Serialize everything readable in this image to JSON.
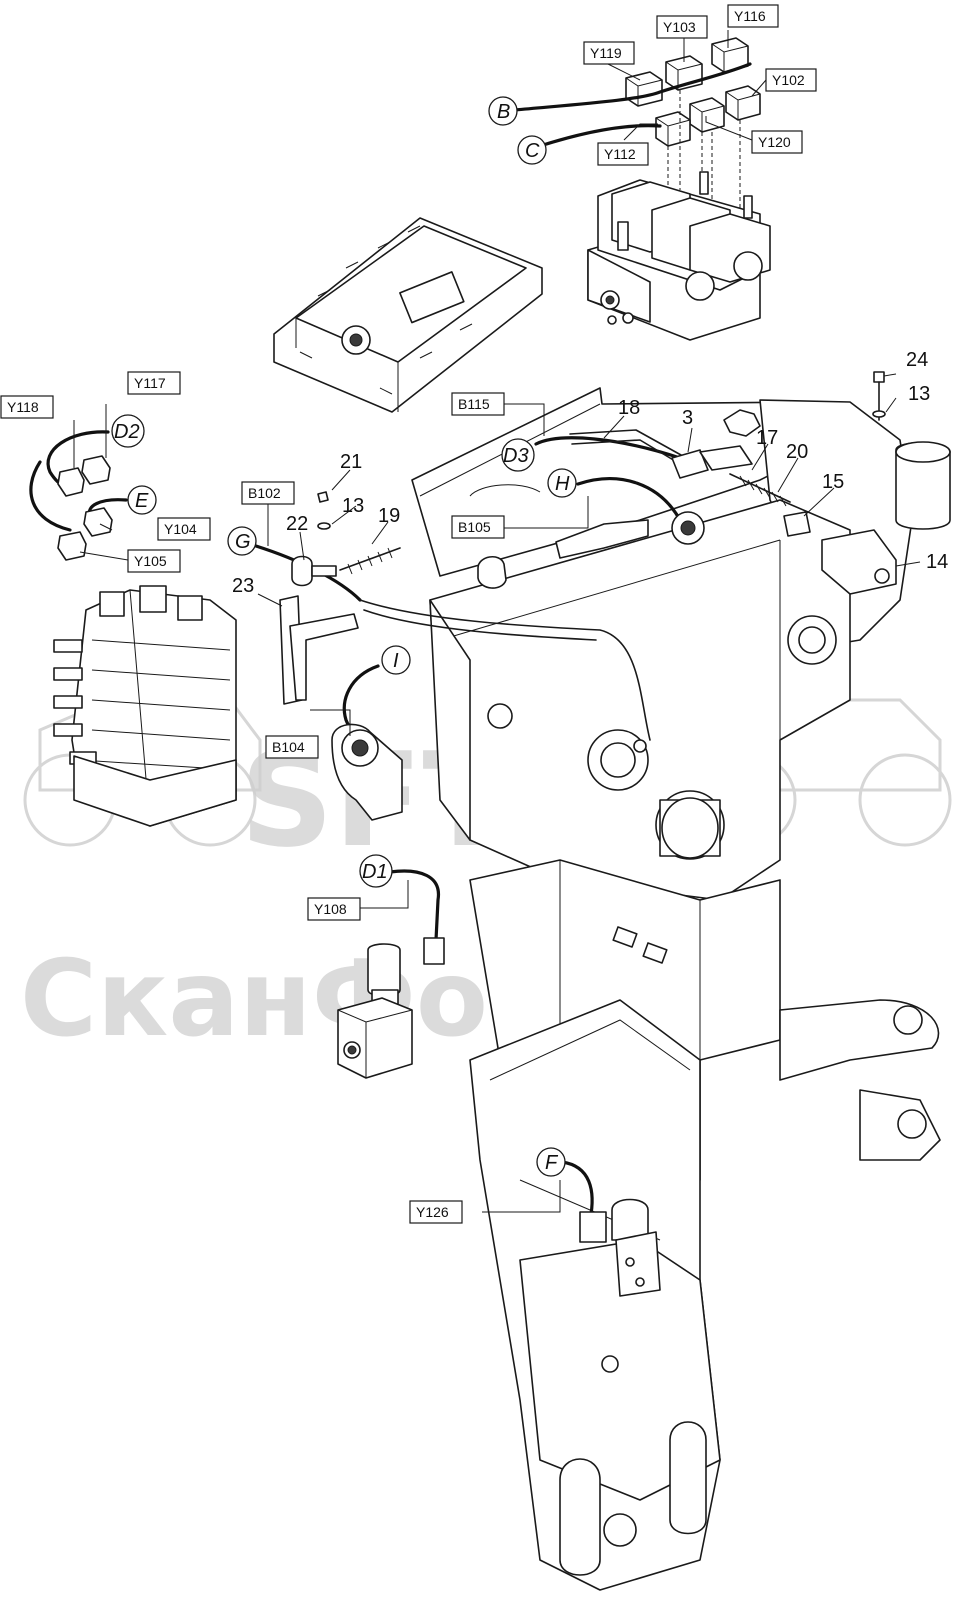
{
  "diagram": {
    "watermark_logo": "SFT",
    "watermark_text": "СканФорТек",
    "component_labels": {
      "y116": "Y116",
      "y103": "Y103",
      "y119": "Y119",
      "y102": "Y102",
      "y120": "Y120",
      "y112": "Y112",
      "y117": "Y117",
      "y118": "Y118",
      "y104": "Y104",
      "y105": "Y105",
      "b115": "B115",
      "b105": "B105",
      "b102": "B102",
      "b104": "B104",
      "y108": "Y108",
      "y126": "Y126"
    },
    "connection_labels": {
      "b": "B",
      "c": "C",
      "d2": "D2",
      "e": "E",
      "d3": "D3",
      "h": "H",
      "g": "G",
      "i": "I",
      "d1": "D1",
      "f": "F"
    },
    "part_numbers": {
      "p24": "24",
      "p13a": "13",
      "p18": "18",
      "p3": "3",
      "p17": "17",
      "p20": "20",
      "p15": "15",
      "p14": "14",
      "p21": "21",
      "p13b": "13",
      "p19": "19",
      "p22": "22",
      "p23": "23"
    },
    "colors": {
      "ink": "#1a1a1a",
      "watermark": "#cfcfcf",
      "background": "#ffffff"
    }
  }
}
